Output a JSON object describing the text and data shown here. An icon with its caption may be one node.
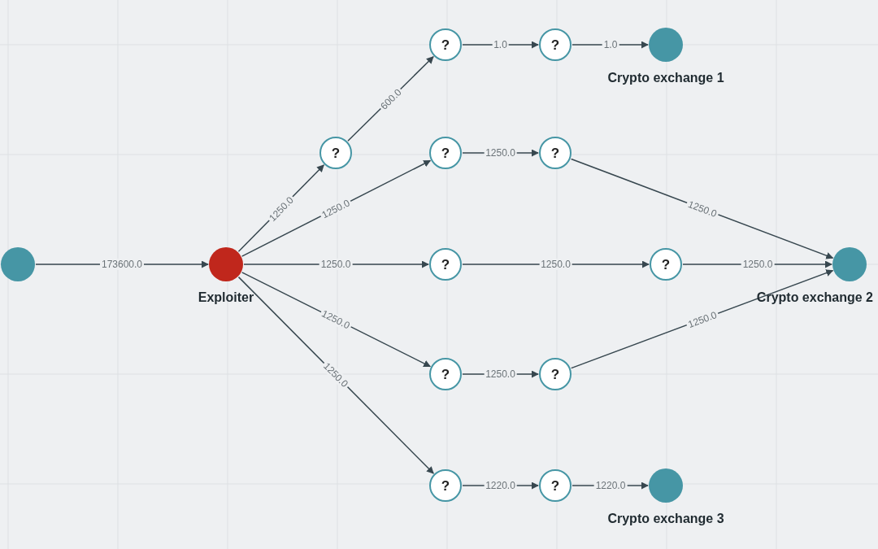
{
  "diagram": {
    "nodes": [
      {
        "text": [],
        "shape": "circle"
      },
      {
        "text": [],
        "shape": "circle",
        "beside": [
          "Exploiter"
        ]
      },
      {
        "text": [
          "?"
        ]
      },
      {
        "text": [
          "?"
        ]
      },
      {
        "text": [
          "?"
        ]
      },
      {
        "text": [],
        "shape": "circle",
        "beside": [
          "Crypto exchange 1"
        ]
      },
      {
        "text": [
          "?"
        ]
      },
      {
        "text": [
          "?"
        ]
      },
      {
        "text": [
          "?"
        ]
      },
      {
        "text": [
          "?"
        ]
      },
      {
        "text": [],
        "shape": "circle",
        "beside": [
          "Crypto exchange 2"
        ]
      },
      {
        "text": [
          "?"
        ]
      },
      {
        "text": [
          "?"
        ]
      },
      {
        "text": [
          "?"
        ]
      },
      {
        "text": [
          "?"
        ]
      },
      {
        "text": [],
        "shape": "circle",
        "beside": [
          "Crypto exchange 3"
        ]
      }
    ],
    "edges": [
      {
        "from": 0,
        "to": 1,
        "arrow": "to",
        "label": "173600.0"
      },
      {
        "from": 1,
        "to": 2,
        "arrow": "to",
        "label": "1250.0"
      },
      {
        "from": 2,
        "to": 3,
        "arrow": "to",
        "label": "600.0"
      },
      {
        "from": 3,
        "to": 4,
        "arrow": "to",
        "label": "1.0"
      },
      {
        "from": 4,
        "to": 5,
        "arrow": "to",
        "label": "1.0"
      },
      {
        "from": 1,
        "to": 6,
        "arrow": "to",
        "label": "1250.0"
      },
      {
        "from": 6,
        "to": 7,
        "arrow": "to",
        "label": "1250.0"
      },
      {
        "from": 7,
        "to": 10,
        "arrow": "to",
        "label": "1250.0"
      },
      {
        "from": 1,
        "to": 8,
        "arrow": "to",
        "label": "1250.0"
      },
      {
        "from": 8,
        "to": 9,
        "arrow": "to",
        "label": "1250.0"
      },
      {
        "from": 9,
        "to": 10,
        "arrow": "to",
        "label": "1250.0"
      },
      {
        "from": 1,
        "to": 11,
        "arrow": "to",
        "label": "1250.0"
      },
      {
        "from": 11,
        "to": 12,
        "arrow": "to",
        "label": "1250.0"
      },
      {
        "from": 12,
        "to": 10,
        "arrow": "to",
        "label": "1250.0"
      },
      {
        "from": 1,
        "to": 13,
        "arrow": "to",
        "label": "1250.0"
      },
      {
        "from": 13,
        "to": 14,
        "arrow": "to",
        "label": "1220.0"
      },
      {
        "from": 14,
        "to": 15,
        "arrow": "to",
        "label": "1220.0"
      }
    ]
  }
}
